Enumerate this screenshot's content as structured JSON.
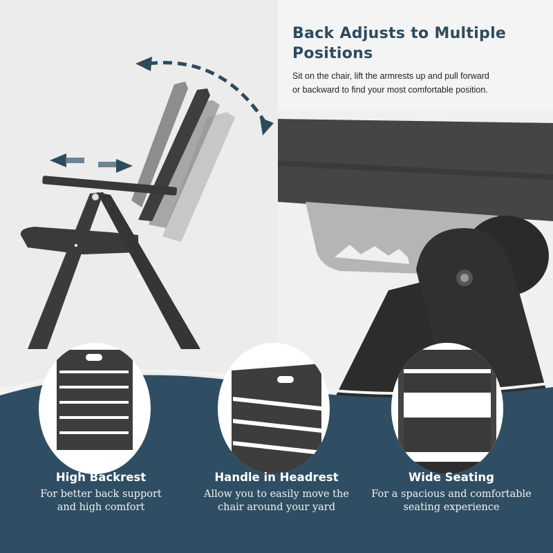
{
  "header": {
    "title_line1": "Back Adjusts to Multiple",
    "title_line2": "Positions",
    "description_line1": "Sit on the chair, lift the armrests up and pull forward",
    "description_line2": "or backward to find your most comfortable position."
  },
  "illustration": {
    "arrows": [
      "curved-double-arrow-icon",
      "horizontal-double-arrow-icon"
    ]
  },
  "features": [
    {
      "title": "High Backrest",
      "line1": "For better back support",
      "line2": "and high comfort"
    },
    {
      "title": "Handle in Headrest",
      "line1": "Allow you to easily move the",
      "line2": "chair around your yard"
    },
    {
      "title": "Wide Seating",
      "line1": "For a spacious and comfortable",
      "line2": "seating experience"
    }
  ],
  "colors": {
    "heading": "#2e4b5e",
    "band": "#2f4e63",
    "chair": "#3a3a3a",
    "background": "#ececec"
  }
}
